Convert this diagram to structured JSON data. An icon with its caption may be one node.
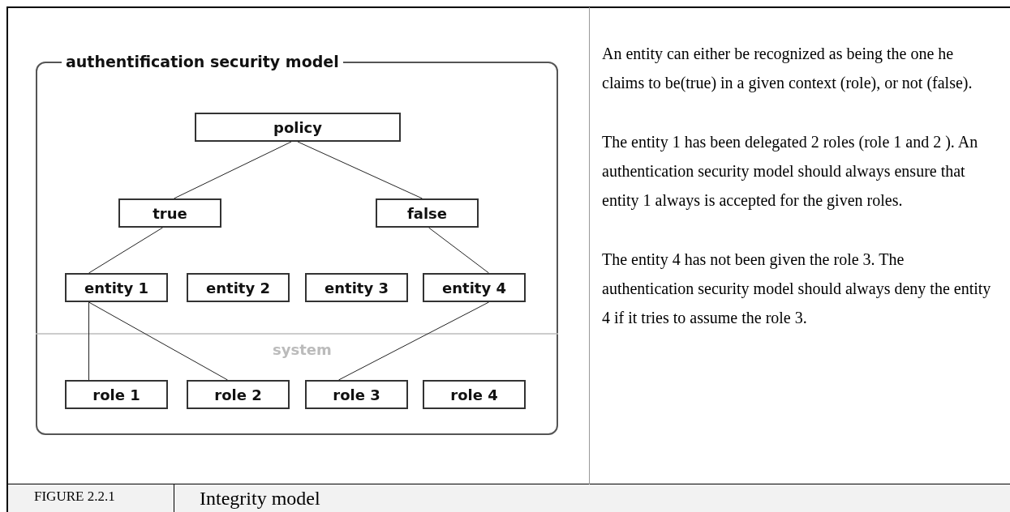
{
  "diagram": {
    "caption": "Integrity model",
    "nodes": [
      {
        "text": [
          "authentification security model"
        ]
      },
      {
        "text": [
          "policy"
        ],
        "in": 0
      },
      {
        "text": [
          "true"
        ],
        "in": 0
      },
      {
        "text": [
          "false"
        ],
        "in": 0
      },
      {
        "text": [
          "entity 1"
        ],
        "in": 0
      },
      {
        "text": [
          "entity 2"
        ],
        "in": 0
      },
      {
        "text": [
          "entity 3"
        ],
        "in": 0
      },
      {
        "text": [
          "entity 4"
        ],
        "in": 0
      },
      {
        "text": [
          "role 1"
        ],
        "in": 0
      },
      {
        "text": [
          "role 2"
        ],
        "in": 0
      },
      {
        "text": [
          "role 3"
        ],
        "in": 0
      },
      {
        "text": [
          "role 4"
        ],
        "in": 0
      }
    ],
    "edges": [
      {
        "from": 1,
        "to": 2,
        "arrow": "none"
      },
      {
        "from": 1,
        "to": 3,
        "arrow": "none"
      },
      {
        "from": 2,
        "to": 4,
        "arrow": "none"
      },
      {
        "from": 3,
        "to": 7,
        "arrow": "none"
      },
      {
        "from": 4,
        "to": 8,
        "arrow": "none"
      },
      {
        "from": 4,
        "to": 9,
        "arrow": "none"
      },
      {
        "from": 7,
        "to": 10,
        "arrow": "none"
      }
    ],
    "labels": [
      "system",
      "An entity can either be recognized as being the one he claims to be(true) in a given context (role), or not (false).",
      "The entity 1 has been delegated 2 roles (role 1 and 2 ). An authentication security model should always ensure that entity 1 always is accepted for the given roles.",
      "The entity 4 has not been given the role 3. The authentication security model should always deny the entity 4 if it tries to assume the role 3.",
      "FIGURE 2.2.1"
    ]
  }
}
